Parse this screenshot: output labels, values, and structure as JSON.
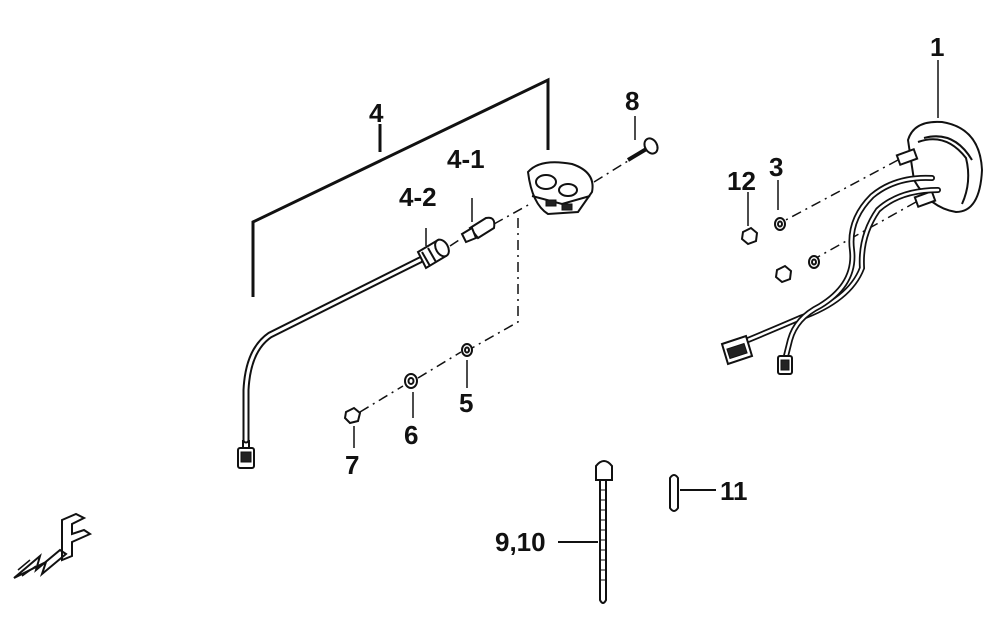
{
  "callouts": {
    "c1": "1",
    "c3": "3",
    "c4": "4",
    "c4_1": "4-1",
    "c4_2": "4-2",
    "c5": "5",
    "c6": "6",
    "c7": "7",
    "c8": "8",
    "c9_10": "9,10",
    "c11": "11",
    "c12": "12"
  }
}
